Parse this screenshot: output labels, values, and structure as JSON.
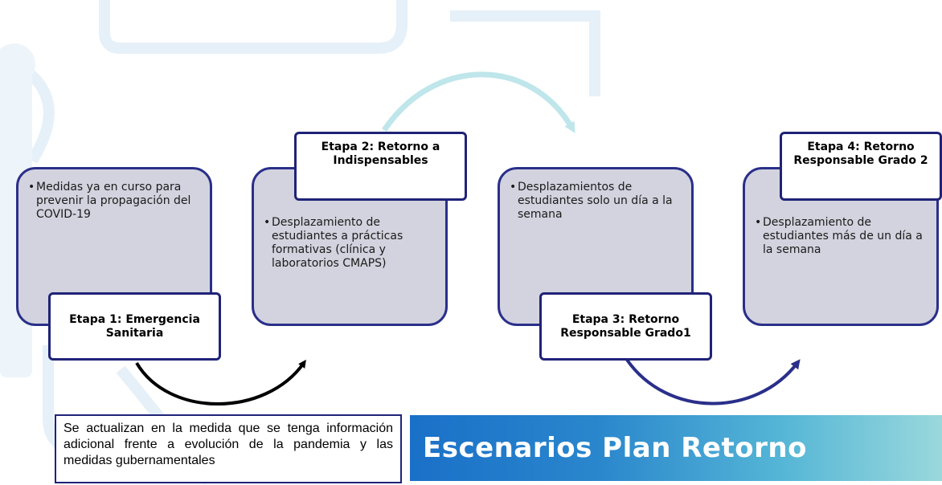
{
  "stages": [
    {
      "title": "Etapa 1: Emergencia Sanitaria",
      "bullet": "Medidas ya en curso para prevenir la propagación del COVID-19"
    },
    {
      "title": "Etapa 2: Retorno a Indispensables",
      "bullet": "Desplazamiento de estudiantes a prácticas formativas (clínica y laboratorios CMAPS)"
    },
    {
      "title": "Etapa 3: Retorno Responsable Grado1",
      "bullet": "Desplazamientos de estudiantes solo un día a la semana"
    },
    {
      "title": "Etapa 4: Retorno Responsable Grado 2",
      "bullet": "Desplazamiento de estudiantes más de un día a la semana"
    }
  ],
  "note": "Se actualizan en la medida que se tenga información adicional frente a evolución de la pandemia y las medidas gubernamentales",
  "banner": "Escenarios Plan Retorno",
  "colors": {
    "box_fill": "#d3d3df",
    "box_border": "#2a2f8a",
    "arrow_black": "#000000",
    "arrow_light": "#bfe6ea",
    "arrow_navy": "#2a2f8a",
    "banner_start": "#1a70c8",
    "banner_end": "#9ad8dc"
  }
}
